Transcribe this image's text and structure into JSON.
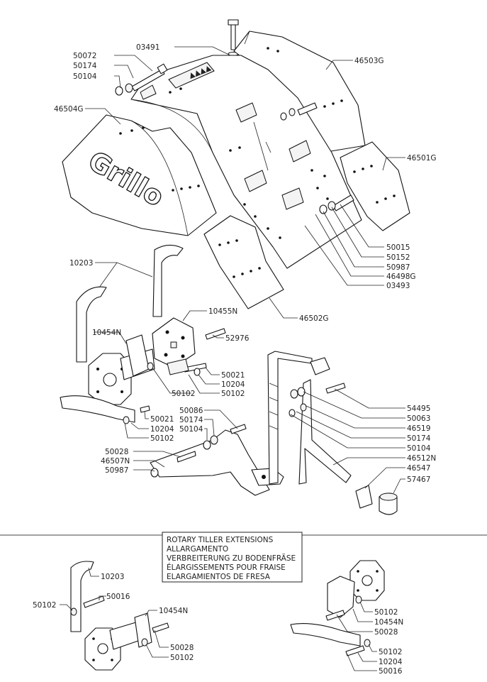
{
  "labels": {
    "l03491": "03491",
    "l50072": "50072",
    "l50174a": "50174",
    "l50104a": "50104",
    "l46504G": "46504G",
    "l46503G": "46503G",
    "l46501G": "46501G",
    "l50015": "50015",
    "l50152": "50152",
    "l50987a": "50987",
    "l46498G": "46498G",
    "l03493": "03493",
    "l10203a": "10203",
    "l10455N": "10455N",
    "l46502G": "46502G",
    "l10454Na": "10454N",
    "l52976": "52976",
    "l50021a": "50021",
    "l10204a": "10204",
    "l50102a": "50102",
    "l50102b": "50102",
    "l50021b": "50021",
    "l10204b": "10204",
    "l50102c": "50102",
    "l50086": "50086",
    "l50174b": "50174",
    "l50104b": "50104",
    "l50028a": "50028",
    "l46507N": "46507N",
    "l50987b": "50987",
    "l54495": "54495",
    "l50063": "50063",
    "l46519": "46519",
    "l50174c": "50174",
    "l50104c": "50104",
    "l46512N": "46512N",
    "l46547": "46547",
    "l57467": "57467",
    "l10203b": "10203",
    "l50016a": "50016",
    "l50102d": "50102",
    "l10454Nb": "10454N",
    "l50028b": "50028",
    "l50102e": "50102",
    "l50102f": "50102",
    "l10454Nc": "10454N",
    "l50028c": "50028",
    "l50102g": "50102",
    "l10204c": "10204",
    "l50016b": "50016"
  },
  "extensions_box": {
    "line1": "ROTARY TILLER EXTENSIONS",
    "line2": "ALLARGAMENTO",
    "line3": "VERBREITERUNG ZU BODENFRÄSE",
    "line4": "ÉLARGISSEMENTS POUR FRAISE",
    "line5": "ELARGAMIENTOS DE FRESA"
  },
  "logo_text": "Grillo"
}
